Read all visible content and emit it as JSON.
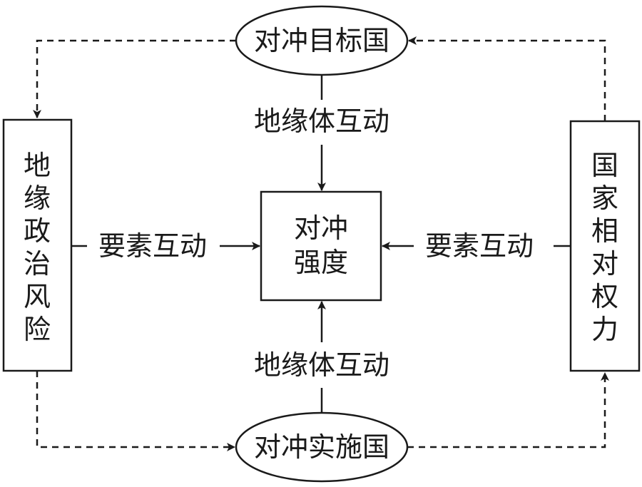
{
  "nodes": {
    "target_country": "对冲目标国",
    "implementing_country": "对冲实施国",
    "hedging_intensity_line1": "对冲",
    "hedging_intensity_line2": "强度",
    "geopolitical_risk": [
      "地",
      "缘",
      "政",
      "治",
      "风",
      "险"
    ],
    "relative_power": [
      "国",
      "家",
      "相",
      "对",
      "权",
      "力"
    ]
  },
  "edge_labels": {
    "top_interaction": "地缘体互动",
    "bottom_interaction": "地缘体互动",
    "left_interaction": "要素互动",
    "right_interaction": "要素互动"
  },
  "colors": {
    "stroke": "#1a1a1a",
    "background": "#ffffff"
  }
}
